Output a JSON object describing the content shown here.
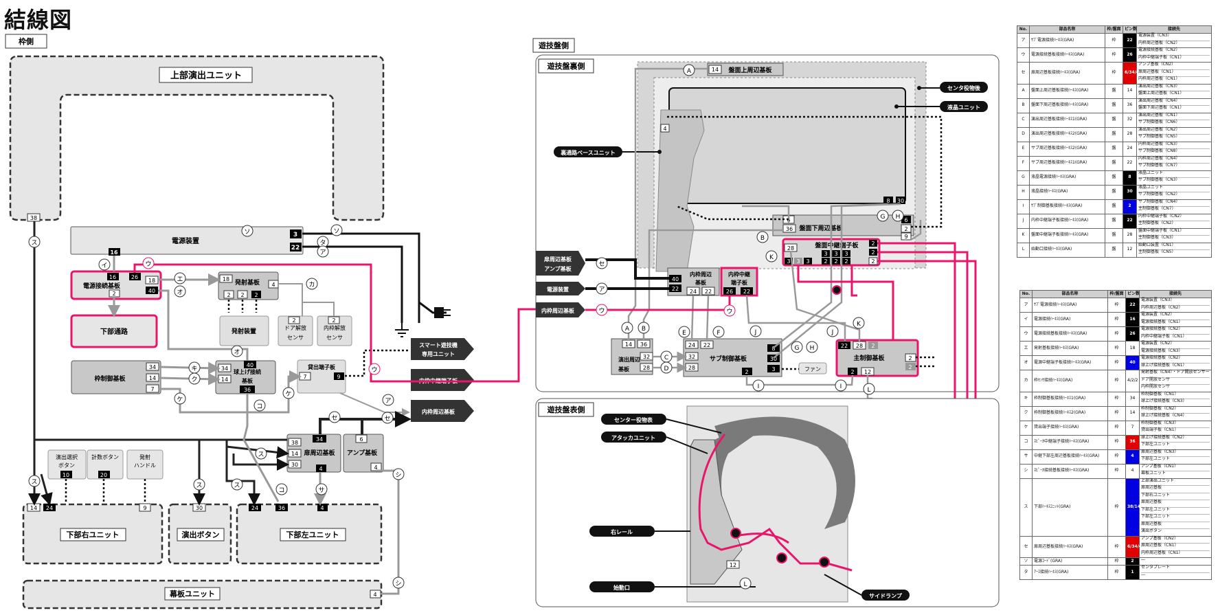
{
  "page_title": "結線図",
  "sections": {
    "frame_side": "枠側",
    "board_side": "遊技盤側",
    "board_back": "遊技盤裏側",
    "board_front": "遊技盤表側"
  },
  "frame_units": {
    "upper_unit": "上部演出ユニット",
    "power_unit": "電源装置",
    "power_relay_board": "電源接続基板",
    "lower_path": "下部通路",
    "launch_board": "発射基板",
    "launch_device": "発射装置",
    "door_open_sensor": "ドア解放\nセンサ",
    "inner_open_sensor": "内枠解放\nセンサ",
    "frame_control_board": "枠制御基板",
    "ball_lift_board": "球上げ接続\n基板",
    "lending_terminal": "貸出端子板",
    "smart_unit": "スマート遊技機\n専用ユニット",
    "inner_relay_terminal": "内枠中継端子板",
    "inner_peripheral_board": "内枠周辺基板",
    "door_peripheral_board": "扉周辺基板",
    "amp_board": "アンプ基板",
    "effect_select_button": "演出選択\nボタン",
    "counter_button": "計数ボタン",
    "launch_handle": "発射\nハンドル",
    "lower_right_unit": "下部右ユニット",
    "effect_button": "演出ボタン",
    "lower_left_unit": "下部左ユニット",
    "curtain_unit": "幕板ユニット"
  },
  "board_units": {
    "board_upper_peripheral": "盤面上周辺基板",
    "center_decoration": "センタ役物後",
    "lcd_unit": "液晶ユニット",
    "back_path_base": "裏通路ベースユニット",
    "board_lower_peripheral": "盤面下周辺基板",
    "board_relay_terminal": "盤面中継端子板",
    "door_amp_label": "扉周辺基板\nアンプ基板",
    "power_label": "電源装置",
    "relay_label": "内枠周辺基板",
    "inner_peripheral": "内枠周辺\n基板",
    "inner_relay": "内枠中継\n端子板",
    "effect_peripheral": "演出周辺\n基板",
    "sub_control": "サブ制御基板",
    "fan": "ファン",
    "main_control": "主制御基板",
    "center_front": "センター役物表",
    "attacker_unit": "アタッカユニット",
    "right_rail": "右レール",
    "start_port": "始動口",
    "side_lamp": "サイドランプ"
  },
  "pin_numbers": {
    "p38": "38",
    "p16": "16",
    "p26": "26",
    "p18": "18",
    "p40": "40",
    "p2": "2",
    "p3": "3",
    "p22": "22",
    "p4": "4",
    "p34": "34",
    "p14": "14",
    "p7": "7",
    "p36": "36",
    "p9": "9",
    "p6": "6",
    "p30": "30",
    "p20": "20",
    "p10": "10",
    "p24": "24",
    "p8": "8",
    "p28": "28",
    "p32": "32",
    "p12": "12"
  },
  "connector_letters": [
    "ア",
    "イ",
    "ウ",
    "エ",
    "オ",
    "カ",
    "キ",
    "ク",
    "ケ",
    "コ",
    "サ",
    "シ",
    "ス",
    "セ",
    "ソ",
    "タ",
    "A",
    "B",
    "C",
    "D",
    "E",
    "F",
    "G",
    "H",
    "I",
    "J",
    "K",
    "L"
  ],
  "table_headers": {
    "no": "No.",
    "part": "部品名称",
    "type": "枠/盤面",
    "pin": "ピン数",
    "dest": "接続先"
  },
  "table_a": [
    {
      "no": "ア",
      "part": "ｻﾌﾞ電源接続ﾊｰﾈｽ(GRA)",
      "type": "枠",
      "pin": "22",
      "color": "black",
      "dest": [
        "電源装置（CN3）",
        "内枠周辺基板（CN2）"
      ]
    },
    {
      "no": "ウ",
      "part": "電源接続基板接続ﾊｰﾈｽ(GRA)",
      "type": "枠",
      "pin": "26",
      "color": "black",
      "dest": [
        "電源接続基板（CN2）",
        "内枠中継端子板（CN1）"
      ]
    },
    {
      "no": "セ",
      "part": "扉周辺基板接続ﾊｰﾈｽ(GRA)",
      "type": "枠",
      "pin": "6/34/40",
      "color": "red",
      "dest": [
        "アンプ基板（CN2）",
        "扉周辺基板（CN1）",
        "内枠周辺基板（CN1）"
      ]
    },
    {
      "no": "A",
      "part": "盤面上周辺基板接続ﾊｰﾈｽ(GRA)",
      "type": "盤",
      "pin": "14",
      "color": "plain",
      "dest": [
        "演出周辺基板（CN3）",
        "盤面上周辺基板（CN1）"
      ]
    },
    {
      "no": "B",
      "part": "盤面下周辺基板接続ﾊｰﾈｽ(GRA)",
      "type": "盤",
      "pin": "36",
      "color": "plain",
      "dest": [
        "演出周辺基板（CN4）",
        "盤面下周辺基板（CN1）"
      ]
    },
    {
      "no": "C",
      "part": "演出周辺基板接続ﾊｰﾈｽ1(GRA)",
      "type": "盤",
      "pin": "32",
      "color": "plain",
      "dest": [
        "演出周辺基板（CN1）",
        "サブ制御基板（CN6）"
      ]
    },
    {
      "no": "D",
      "part": "演出周辺基板接続ﾊｰﾈｽ2(GRA)",
      "type": "盤",
      "pin": "28",
      "color": "plain",
      "dest": [
        "演出周辺基板（CN2）",
        "サブ制御基板（CN5）"
      ]
    },
    {
      "no": "E",
      "part": "サブ周辺基板接続ﾊｰﾈｽ2(GRA)",
      "type": "盤",
      "pin": "24",
      "color": "plain",
      "dest": [
        "内枠周辺基板（CN3）",
        "サブ制御基板（CN8）"
      ]
    },
    {
      "no": "F",
      "part": "サブ周辺基板接続ﾊｰﾈｽ1(GRA)",
      "type": "盤",
      "pin": "22",
      "color": "plain",
      "dest": [
        "内枠周辺基板（CN4）",
        "サブ制御基板（CN7）"
      ]
    },
    {
      "no": "G",
      "part": "液晶電源接続ﾊｰﾈｽ(GRA)",
      "type": "盤",
      "pin": "8",
      "color": "black",
      "dest": [
        "液晶ユニット",
        "サブ制御基板（CN3）"
      ]
    },
    {
      "no": "H",
      "part": "液晶接続ﾊｰﾈｽ(GRA)",
      "type": "盤",
      "pin": "30",
      "color": "black",
      "dest": [
        "液晶ユニット",
        "サブ制御基板（CN2）"
      ]
    },
    {
      "no": "I",
      "part": "ｻﾌﾞ制御基板接続ﾊｰﾈｽ(GRA)",
      "type": "盤",
      "pin": "2",
      "color": "blue",
      "dest": [
        "サブ制御基板（CN4）",
        "主制御基板（CN7）"
      ]
    },
    {
      "no": "J",
      "part": "内枠中継端子板接続ﾊｰﾈｽ(GRA)",
      "type": "盤",
      "pin": "22",
      "color": "black",
      "dest": [
        "内枠中継端子板（CN2）",
        "主制御基板（CN2）"
      ]
    },
    {
      "no": "K",
      "part": "盤面中継端子板接続ﾊｰﾈｽ(GRA)",
      "type": "盤",
      "pin": "28",
      "color": "plain",
      "dest": [
        "盤面中継端子板（CN1）",
        "主制御基板（CN3）"
      ]
    },
    {
      "no": "L",
      "part": "始動口接続ﾊｰﾈｽ(GRA)",
      "type": "盤",
      "pin": "12",
      "color": "plain",
      "dest": [
        "始動口装置（CN1）",
        "主制御基板（CN5）"
      ]
    }
  ],
  "table_b": [
    {
      "no": "ア",
      "part": "ｻﾌﾞ電源接続ﾊｰﾈｽ(GRA)",
      "type": "枠",
      "pin": "22",
      "color": "black",
      "dest": [
        "電源装置（CN3）",
        "内枠周辺基板（CN2）"
      ]
    },
    {
      "no": "イ",
      "part": "電源接続ﾊｰﾈｽ(GRA)",
      "type": "枠",
      "pin": "16",
      "color": "black",
      "dest": [
        "電源装置（CN2）",
        "電源接続基板（CN1）"
      ]
    },
    {
      "no": "ウ",
      "part": "電源接続基板接続ﾊｰﾈｽ(GRA)",
      "type": "枠",
      "pin": "26",
      "color": "black",
      "dest": [
        "電源接続基板（CN2）",
        "内枠中継端子板（CN1）"
      ]
    },
    {
      "no": "エ",
      "part": "発射基板接続ﾊｰﾈｽ(GRA)",
      "type": "枠",
      "pin": "18",
      "color": "plain",
      "dest": [
        "電源装置（CN2）",
        "電源接続基板（CN3）"
      ]
    },
    {
      "no": "オ",
      "part": "電源中継端子板接続ﾊｰﾈｽ(GRA)",
      "type": "枠",
      "pin": "40",
      "color": "blue",
      "dest": [
        "電源接続基板（CN2）",
        "球上げ接続基板（CN1）"
      ]
    },
    {
      "no": "カ",
      "part": "枠ｾﾝｻ接続ﾊｰﾈｽ(GRA)",
      "type": "枠",
      "pin": "4/2/2",
      "color": "plain",
      "dest": [
        "発射基板（CN4）・ドア開放センサー",
        "ドア開放センサ",
        "内枠開放センサ"
      ]
    },
    {
      "no": "キ",
      "part": "枠制御基板接続ﾊｰﾈｽ1(GRA)",
      "type": "枠",
      "pin": "34",
      "color": "plain",
      "dest": [
        "枠制御基板（CN1）",
        "球上げ接続基板（CN3）"
      ]
    },
    {
      "no": "ク",
      "part": "枠制御基板接続ﾊｰﾈｽ2(GRA)",
      "type": "枠",
      "pin": "14",
      "color": "plain",
      "dest": [
        "枠制御基板（CN2）",
        "球上げ接続基板（CN4）"
      ]
    },
    {
      "no": "ケ",
      "part": "貸出端子接続ﾊｰﾈｽ(GRA)",
      "type": "枠",
      "pin": "7",
      "color": "plain",
      "dest": [
        "枠制御基板（CN3）",
        "貸出端子板（CN1）"
      ]
    },
    {
      "no": "コ",
      "part": "ｽﾋﾟｰｶ中継端子接続ﾊｰﾈｽ(GRA)",
      "type": "枠",
      "pin": "36",
      "color": "red",
      "dest": [
        "球上げ接続基板（CN2）",
        "下部左ユニット"
      ]
    },
    {
      "no": "サ",
      "part": "中継下部左周辺基板接続ﾊｰﾈｽ(GRA)",
      "type": "枠",
      "pin": "4",
      "color": "blue",
      "dest": [
        "扉周辺基板（CN3）",
        "下部左ユニット"
      ]
    },
    {
      "no": "シ",
      "part": "ｽﾋﾟｰｶ接続基板接続ﾊｰﾈｽ(GRA)",
      "type": "枠",
      "pin": "4",
      "color": "plain",
      "dest": [
        "アンプ基板（CN1）",
        "幕板ユニット"
      ]
    },
    {
      "no": "ス",
      "part": "下部ﾊｰﾈｽﾕﾆｯﾄ(GRA)",
      "type": "枠",
      "pin": "38/14/24/30",
      "color": "blue",
      "dest": [
        "上部演出ユニット",
        "扉周辺基板",
        "下部右ユニット",
        "扉周辺基板",
        "下部左ユニット",
        "下部左ユニット",
        "扉周辺基板",
        "演出ボタン"
      ]
    },
    {
      "no": "セ",
      "part": "扉周辺基板接続ﾊｰﾈｽ(GRA)",
      "type": "枠",
      "pin": "6/34/40",
      "color": "red",
      "dest": [
        "アンプ基板（CN2）",
        "扉周辺基板（CN1）",
        "内枠周辺基板（CN1）"
      ]
    },
    {
      "no": "ソ",
      "part": "電源ｺｰﾄﾞ(GRA)",
      "type": "枠",
      "pin": "2",
      "color": "black",
      "dest": [
        "―"
      ]
    },
    {
      "no": "タ",
      "part": "ｱｰｽ接続ﾊｰﾈｽ(GRA)",
      "type": "枠",
      "pin": "1",
      "color": "black",
      "dest": [
        "センタプレート",
        "―"
      ]
    }
  ]
}
